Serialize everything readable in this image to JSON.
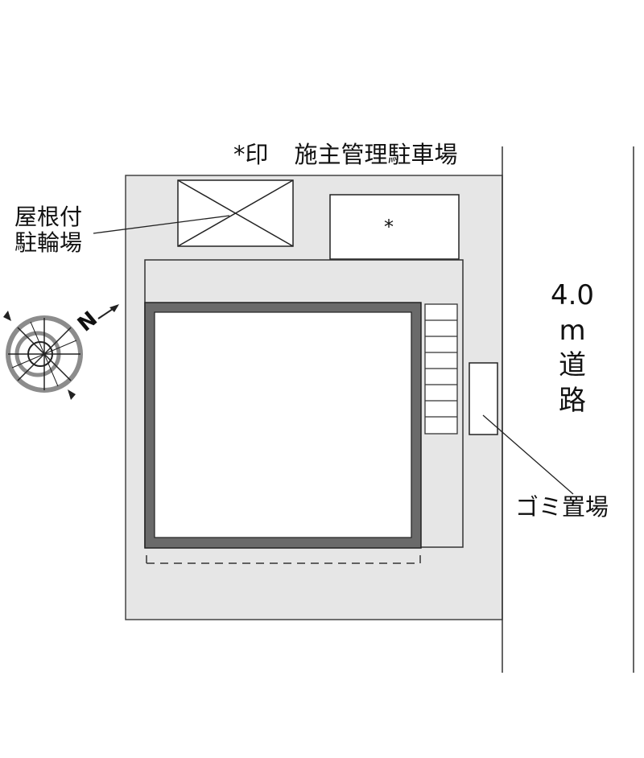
{
  "legend": {
    "mark": "*印",
    "text": "施主管理駐車場"
  },
  "roof_bicycle_parking": {
    "line1": "屋根付",
    "line2": "駐輪場"
  },
  "parking_mark": "*",
  "road": {
    "width": "4.0",
    "unit": "m",
    "name_line1": "道",
    "name_line2": "路"
  },
  "garbage": "ゴミ置場",
  "compass": {
    "north_letter": "N"
  },
  "colors": {
    "lot_fill": "#e6e6e6",
    "wall": "#666666",
    "line": "#222222",
    "compass_grey": "#8c8c8c"
  }
}
